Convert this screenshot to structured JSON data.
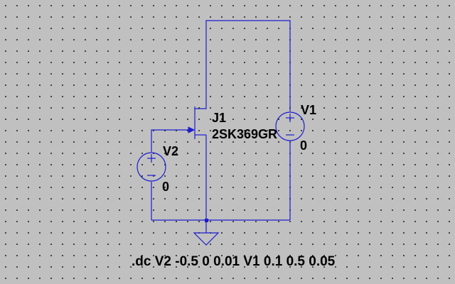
{
  "schematic": {
    "colors": {
      "background": "#c0c0c0",
      "wire": "#1c1cd0",
      "text": "#000000"
    },
    "components": {
      "j1": {
        "ref": "J1",
        "model": "2SK369GR",
        "icon": "njfet-symbol-icon"
      },
      "v1": {
        "ref": "V1",
        "value": "0",
        "icon": "voltage-source-icon"
      },
      "v2": {
        "ref": "V2",
        "value": "0",
        "icon": "voltage-source-icon"
      },
      "ground": {
        "icon": "ground-icon"
      }
    },
    "directive": ".dc V2 -0.5 0 0.01 V1 0.1 0.5 0.05"
  }
}
